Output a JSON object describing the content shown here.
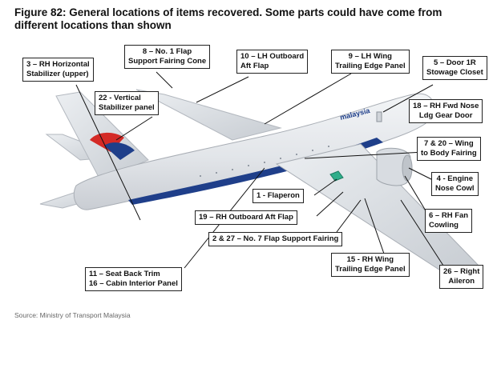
{
  "title_line1": "Figure 82: General locations of items recovered. Some parts could have come from",
  "title_line2": "different locations than shown",
  "source": "Source: Ministry of Transport Malaysia",
  "livery_text": "malaysia",
  "colors": {
    "livery_blue": "#1f3f8a",
    "logo_red": "#d42a26",
    "fuselage": "#e4e7eb",
    "flaperon_green": "#2fae8a"
  },
  "labels": {
    "rh_horizontal_stabilizer": {
      "l1": "3 – RH Horizontal",
      "l2": "Stabilizer (upper)"
    },
    "no1_flap_support_fairing": {
      "l1": "8 – No. 1 Flap",
      "l2": "Support Fairing Cone"
    },
    "lh_outboard_aft_flap": {
      "l1": "10 – LH Outboard",
      "l2": "Aft Flap"
    },
    "lh_wing_trailing_edge": {
      "l1": "9 – LH Wing",
      "l2": "Trailing Edge Panel"
    },
    "door_1r_stowage": {
      "l1": "5 – Door 1R",
      "l2": "Stowage Closet"
    },
    "vertical_stabilizer": {
      "l1": "22 - Vertical",
      "l2": "Stabilizer panel"
    },
    "rh_fwd_nose_gear": {
      "l1": "18 – RH Fwd Nose",
      "l2": "Ldg Gear Door"
    },
    "wing_body_fairing": {
      "l1": "7 & 20 – Wing",
      "l2": "to Body Fairing"
    },
    "engine_nose_cowl": {
      "l1": "4 - Engine",
      "l2": "Nose Cowl"
    },
    "flaperon": {
      "l1": "1 - Flaperon"
    },
    "rh_outboard_aft_flap": {
      "l1": "19 – RH Outboard Aft Flap"
    },
    "rh_fan_cowling": {
      "l1": "6 – RH Fan",
      "l2": "Cowling"
    },
    "no7_flap_support_fairing": {
      "l1": "2 & 27 – No. 7 Flap Support Fairing"
    },
    "rh_wing_trailing_edge": {
      "l1": "15 - RH Wing",
      "l2": "Trailing Edge Panel"
    },
    "right_aileron": {
      "l1": "26 – Right",
      "l2": "Aileron"
    },
    "seat_back_cabin": {
      "l1": "11 – Seat Back Trim",
      "l2": "16 – Cabin Interior Panel"
    }
  }
}
